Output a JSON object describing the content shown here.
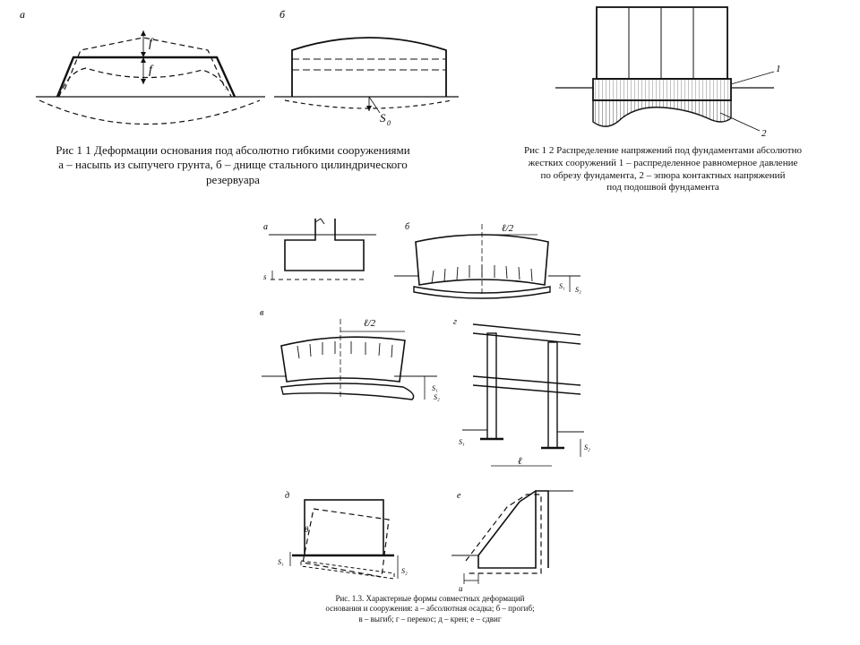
{
  "fig1": {
    "panel_a": "а",
    "panel_b": "б",
    "label_f_top": "f",
    "label_f_bot": "f",
    "label_s0": "S",
    "label_s0_sub": "0",
    "caption_lines": [
      "Рис 1 1  Деформации основания под абсолютно гибкими сооружениями",
      "а – насыпь из сыпучего грунта, б – днище стального цилиндрического",
      "резервуара"
    ]
  },
  "fig2": {
    "callout_1": "1",
    "callout_2": "2",
    "caption_lines": [
      "Рис 1 2  Распределение напряжений под фундаментами абсолютно",
      "жестких сооружений  1 – распределенное равномерное давление",
      "по обрезу фундамента, 2 – эпюра контактных напряжений",
      "под подошвой фундамента"
    ]
  },
  "fig3": {
    "panel_a": "а",
    "panel_b": "б",
    "panel_v": "в",
    "panel_g": "г",
    "panel_d": "д",
    "panel_e": "е",
    "label_l2_b": "ℓ/2",
    "label_l2_v": "ℓ/2",
    "label_l": "ℓ",
    "label_s": "s",
    "label_s1": "S₁",
    "label_s2": "S₂",
    "label_u": "u",
    "label_theta": "θ",
    "caption_lines": [
      "Рис. 1.3. Характерные формы совместных деформаций",
      "основания и сооружения: а – абсолютная осадка; б – прогиб;",
      "в – выгиб; г – перекос; д – крен; е – сдвиг"
    ]
  }
}
